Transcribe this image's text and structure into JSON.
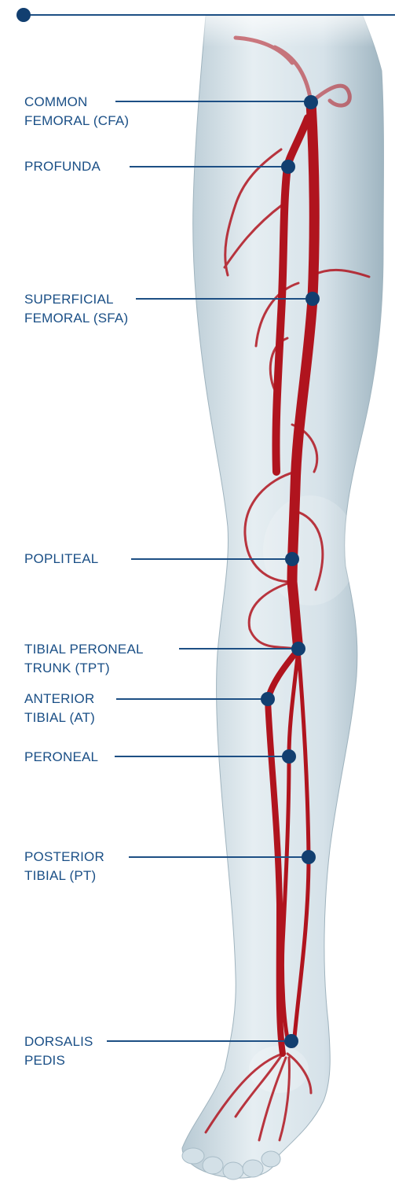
{
  "colors": {
    "label": "#1a4f86",
    "leader_line": "#1d4f84",
    "marker": "#123f70",
    "artery": "#b0141e",
    "leg_fill": "#dbe6ec"
  },
  "arteries": [
    {
      "id": "cfa",
      "lines": [
        "COMMON",
        "FEMORAL (CFA)"
      ]
    },
    {
      "id": "profunda",
      "lines": [
        "PROFUNDA"
      ]
    },
    {
      "id": "sfa",
      "lines": [
        "SUPERFICIAL",
        "FEMORAL (SFA)"
      ]
    },
    {
      "id": "popliteal",
      "lines": [
        "POPLITEAL"
      ]
    },
    {
      "id": "tpt",
      "lines": [
        "TIBIAL PERONEAL",
        "TRUNK (TPT)"
      ]
    },
    {
      "id": "at",
      "lines": [
        "ANTERIOR",
        "TIBIAL (AT)"
      ]
    },
    {
      "id": "peroneal",
      "lines": [
        "PERONEAL"
      ]
    },
    {
      "id": "pt",
      "lines": [
        "POSTERIOR",
        "TIBIAL (PT)"
      ]
    },
    {
      "id": "dp",
      "lines": [
        "DORSALIS",
        "PEDIS"
      ]
    }
  ]
}
